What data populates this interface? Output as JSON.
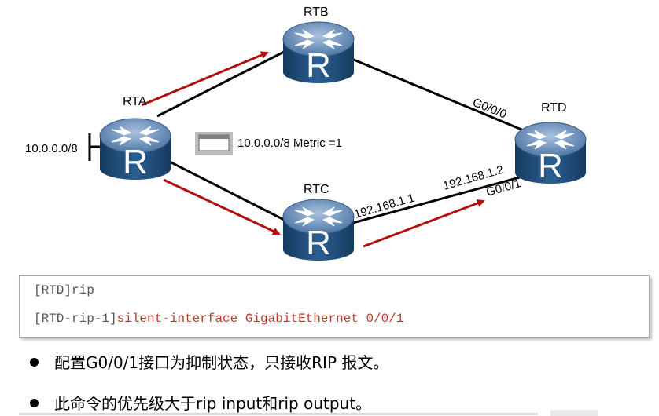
{
  "diagram": {
    "routers": {
      "rta": {
        "label": "RTA",
        "icon_letter": "R"
      },
      "rtb": {
        "label": "RTB",
        "icon_letter": "R"
      },
      "rtc": {
        "label": "RTC",
        "icon_letter": "R"
      },
      "rtd": {
        "label": "RTD",
        "icon_letter": "R"
      }
    },
    "network_label": "10.0.0.0/8",
    "update_label": "10.0.0.0/8 Metric =1",
    "rtc_ip": "192.168.1.1",
    "rtd_ip": "192.168.1.2",
    "rtd_g000": "G0/0/0",
    "rtd_g001": "G0/0/1",
    "colors": {
      "router_body": "#1f4e79",
      "router_top": "#6c8fb8",
      "arrow": "#b01010",
      "link": "#000000"
    }
  },
  "code": {
    "line1": "[RTD]rip",
    "line2_prompt": "[RTD-rip-1]",
    "line2_command": "silent-interface GigabitEthernet 0/0/1"
  },
  "bullets": [
    "配置G0/0/1接口为抑制状态，只接收RIP 报文。",
    "此命令的优先级大于rip input和rip output。"
  ]
}
